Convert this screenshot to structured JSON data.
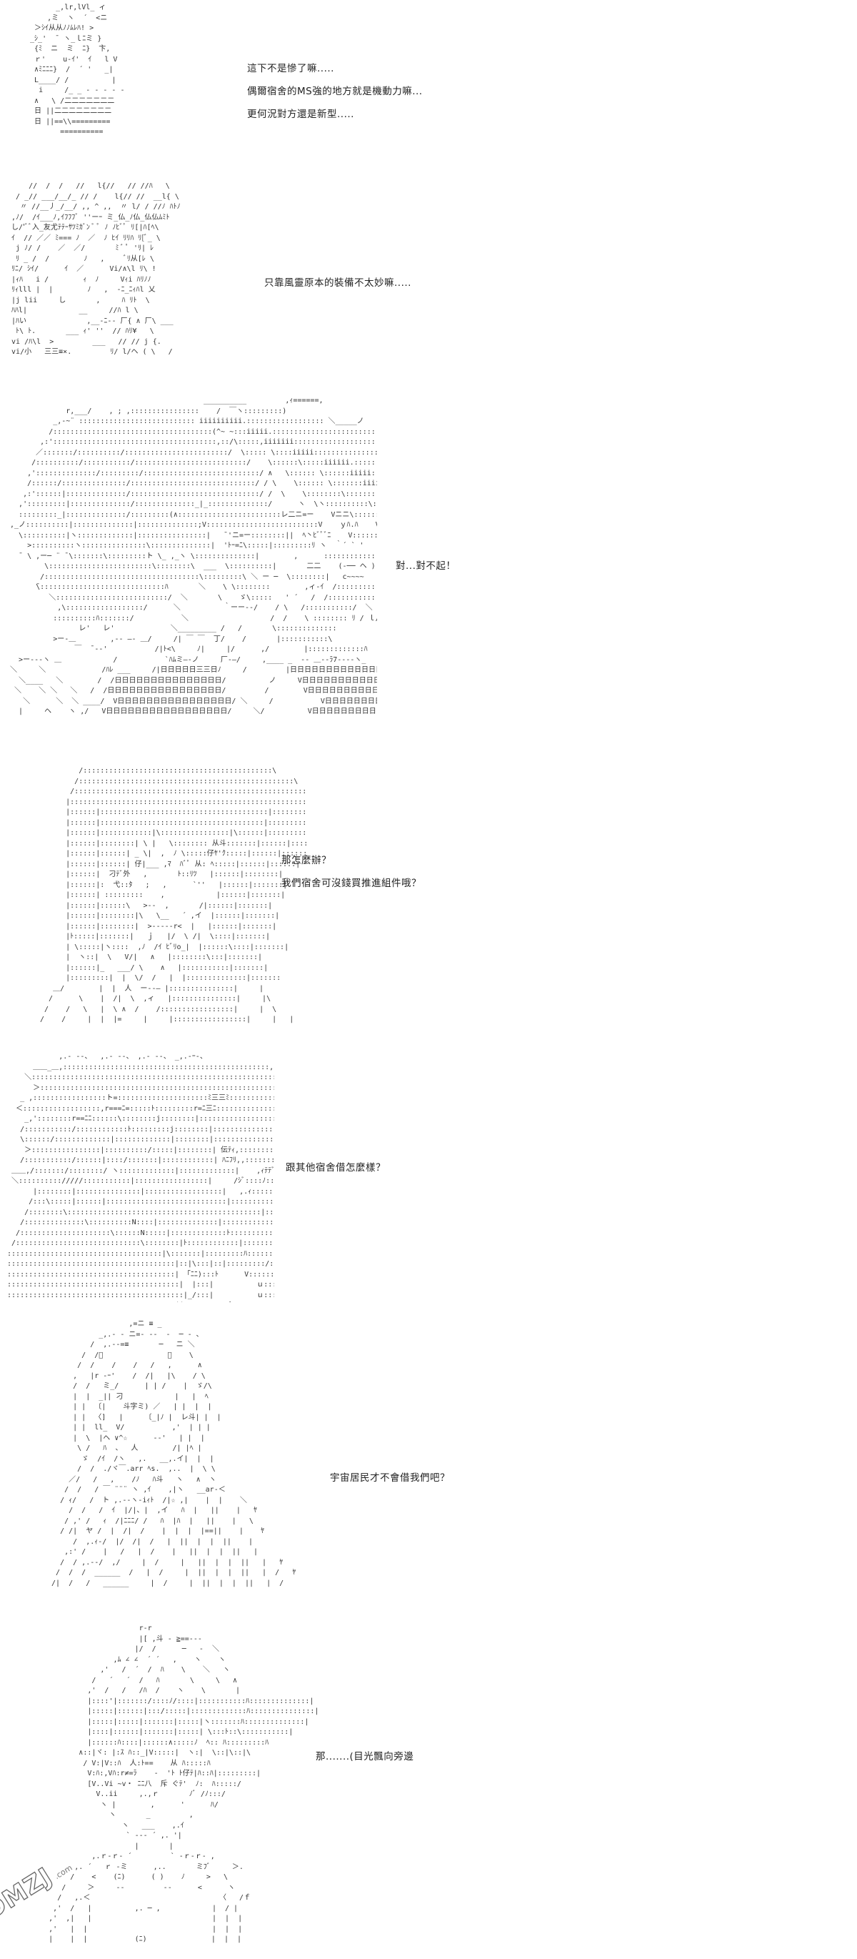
{
  "panels": [
    {
      "lines": [
        "這下不是慘了嘛.....",
        "偶爾宿舍的MS強的地方就是機動力嘛...",
        "更何況對方還是新型....."
      ]
    },
    {
      "lines": [
        "只靠風靈原本的裝備不太妙嘛....."
      ]
    },
    {
      "lines": [
        "對...對不起！"
      ]
    },
    {
      "lines": [
        "那怎麼辦？",
        "我們宿舍可沒錢買推進組件哦？"
      ]
    },
    {
      "lines": [
        "跟其他宿舍借怎麼樣？"
      ]
    },
    {
      "lines": [
        "宇宙居民才不會借我們吧？"
      ]
    },
    {
      "lines": [
        "那.......(目光飄向旁邊"
      ]
    }
  ],
  "watermark": {
    "main": "DMZJ",
    "sub": ".com"
  }
}
